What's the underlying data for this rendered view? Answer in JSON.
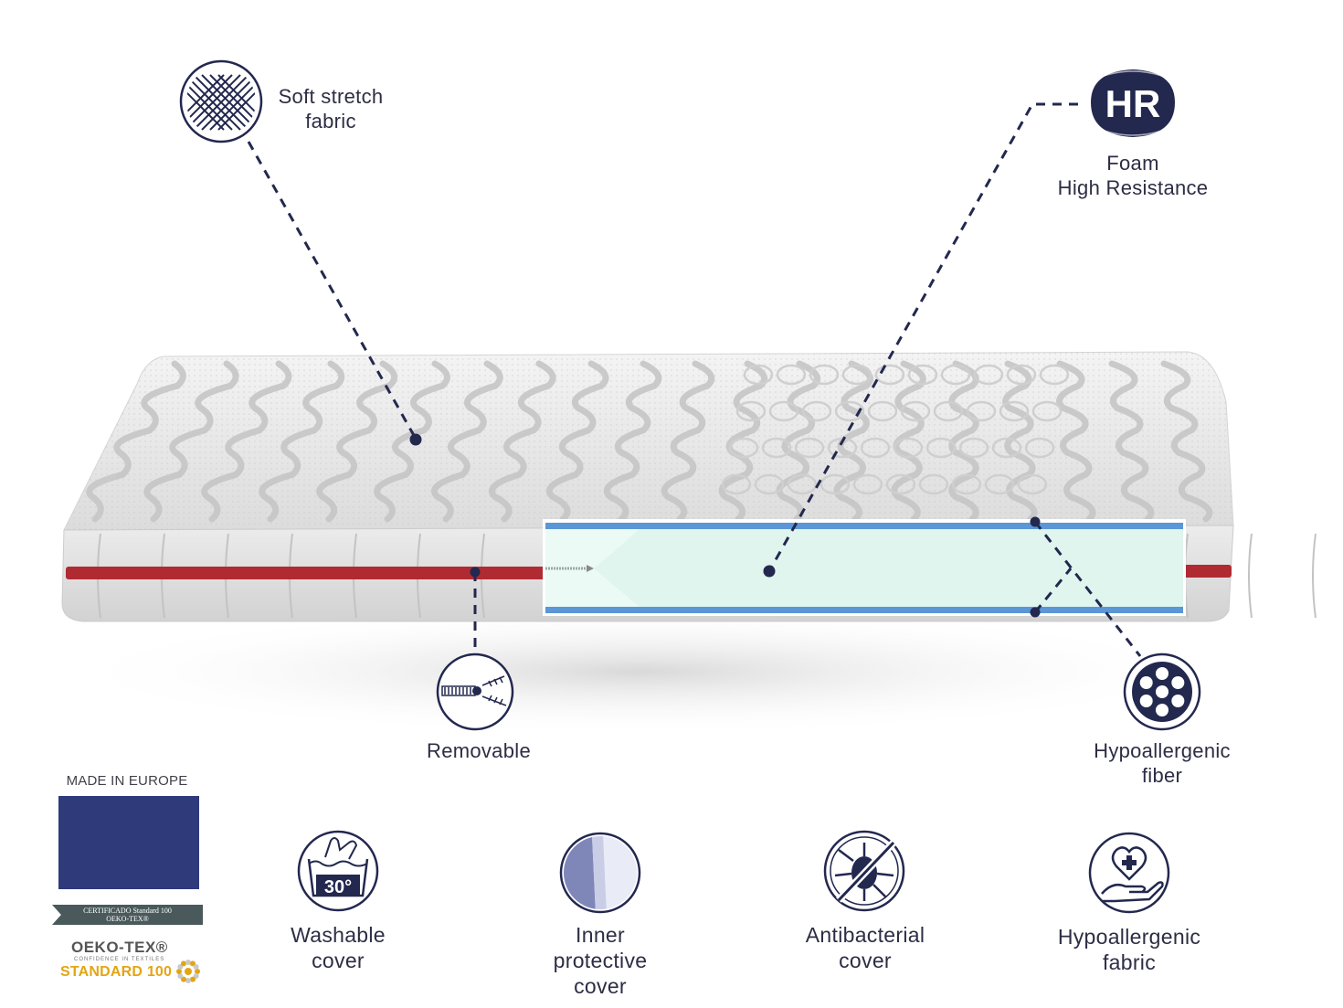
{
  "callouts": {
    "soft_stretch": "Soft stretch\nfabric",
    "hr_badge": "HR",
    "foam": "Foam\nHigh Resistance",
    "removable": "Removable",
    "hypo_fiber": "Hypoallergenic\nfiber"
  },
  "features": [
    {
      "label": "Washable\ncover",
      "icon": "washable-30-icon",
      "temp": "30°"
    },
    {
      "label": "Inner\nprotective\ncover",
      "icon": "inner-cover-icon"
    },
    {
      "label": "Antibacterial\ncover",
      "icon": "antibacterial-icon"
    },
    {
      "label": "Hypoallergenic\nfabric",
      "icon": "hypoallergenic-hand-icon"
    }
  ],
  "certification": {
    "made_in": "MADE IN EUROPE",
    "cert_line1": "CERTIFICADO Standard 100",
    "cert_line2": "OEKO-TEX®",
    "oeko_title": "OEKO-TEX®",
    "oeko_sub": "CONFIDENCE IN TEXTILES",
    "oeko_std": "STANDARD 100"
  },
  "colors": {
    "navy": "#23284f",
    "piping": "#b02a32",
    "foam": "#dff5ee",
    "foam_border": "#5b96d6",
    "eu_blue": "#2e3a7a",
    "eu_star": "#f1d21b"
  }
}
